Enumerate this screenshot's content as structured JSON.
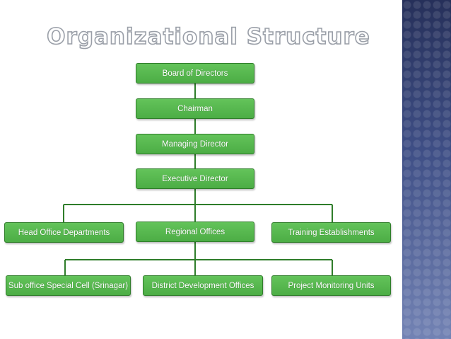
{
  "title": "Organizational Structure",
  "nodes": {
    "board": "Board of Directors",
    "chairman": "Chairman",
    "managing_director": "Managing Director",
    "executive_director": "Executive Director",
    "head_office": "Head Office Departments",
    "regional_offices": "Regional Offices",
    "training": "Training Establishments",
    "sub_office": "Sub office Special Cell (Srinagar)",
    "district_dev": "District Development Offices",
    "project_monitoring": "Project Monitoring Units"
  },
  "colors": {
    "node_fill": "#55b84d",
    "node_border": "#2f7d2a",
    "connector": "#2f7d2a",
    "side_panel": "#3f4f86"
  }
}
